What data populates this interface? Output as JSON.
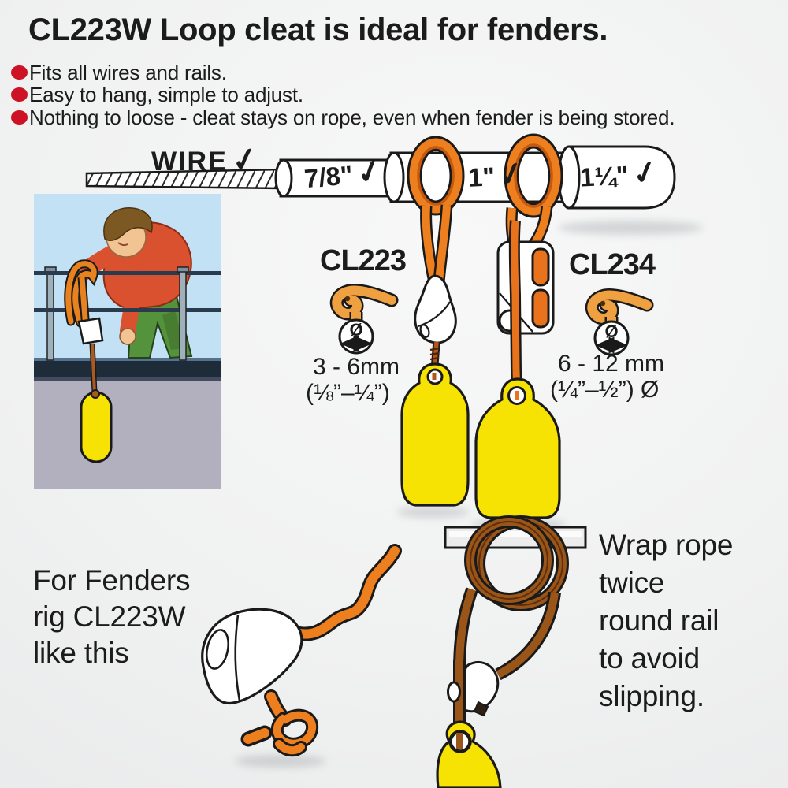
{
  "header": {
    "title": "CL223W Loop cleat is ideal for fenders.",
    "bullets": [
      "Fits all wires and rails.",
      "Easy to hang, simple to adjust.",
      "Nothing to loose - cleat stays on rope, even when fender is being stored."
    ]
  },
  "rail_diagram": {
    "wire_label": "WIRE",
    "check_mark": "✓",
    "size_labels": [
      "7/8\"",
      "1\"",
      "1¼\""
    ]
  },
  "products": {
    "cl223": {
      "name": "CL223",
      "range_metric": "3 - 6mm",
      "range_imperial": "(⅛”–¼”)",
      "diameter_symbol": "Ø"
    },
    "cl234": {
      "name": "CL234",
      "range_metric": "6 - 12 mm",
      "range_imperial": "(¼”–½”) Ø",
      "diameter_symbol": "Ø"
    }
  },
  "captions": {
    "rig_instruction": [
      "For Fenders",
      "rig CL223W",
      "like this"
    ],
    "wrap_instruction": [
      "Wrap rope",
      "twice",
      "round rail",
      "to avoid",
      "slipping."
    ]
  },
  "colors": {
    "rope_orange": "#ee7f1e",
    "rope_brown": "#9a5618",
    "fender_yellow": "#f7e303",
    "bullet_red": "#ce1225",
    "sky_blue": "#c3e1f4",
    "text_black": "#1c1c1c"
  }
}
